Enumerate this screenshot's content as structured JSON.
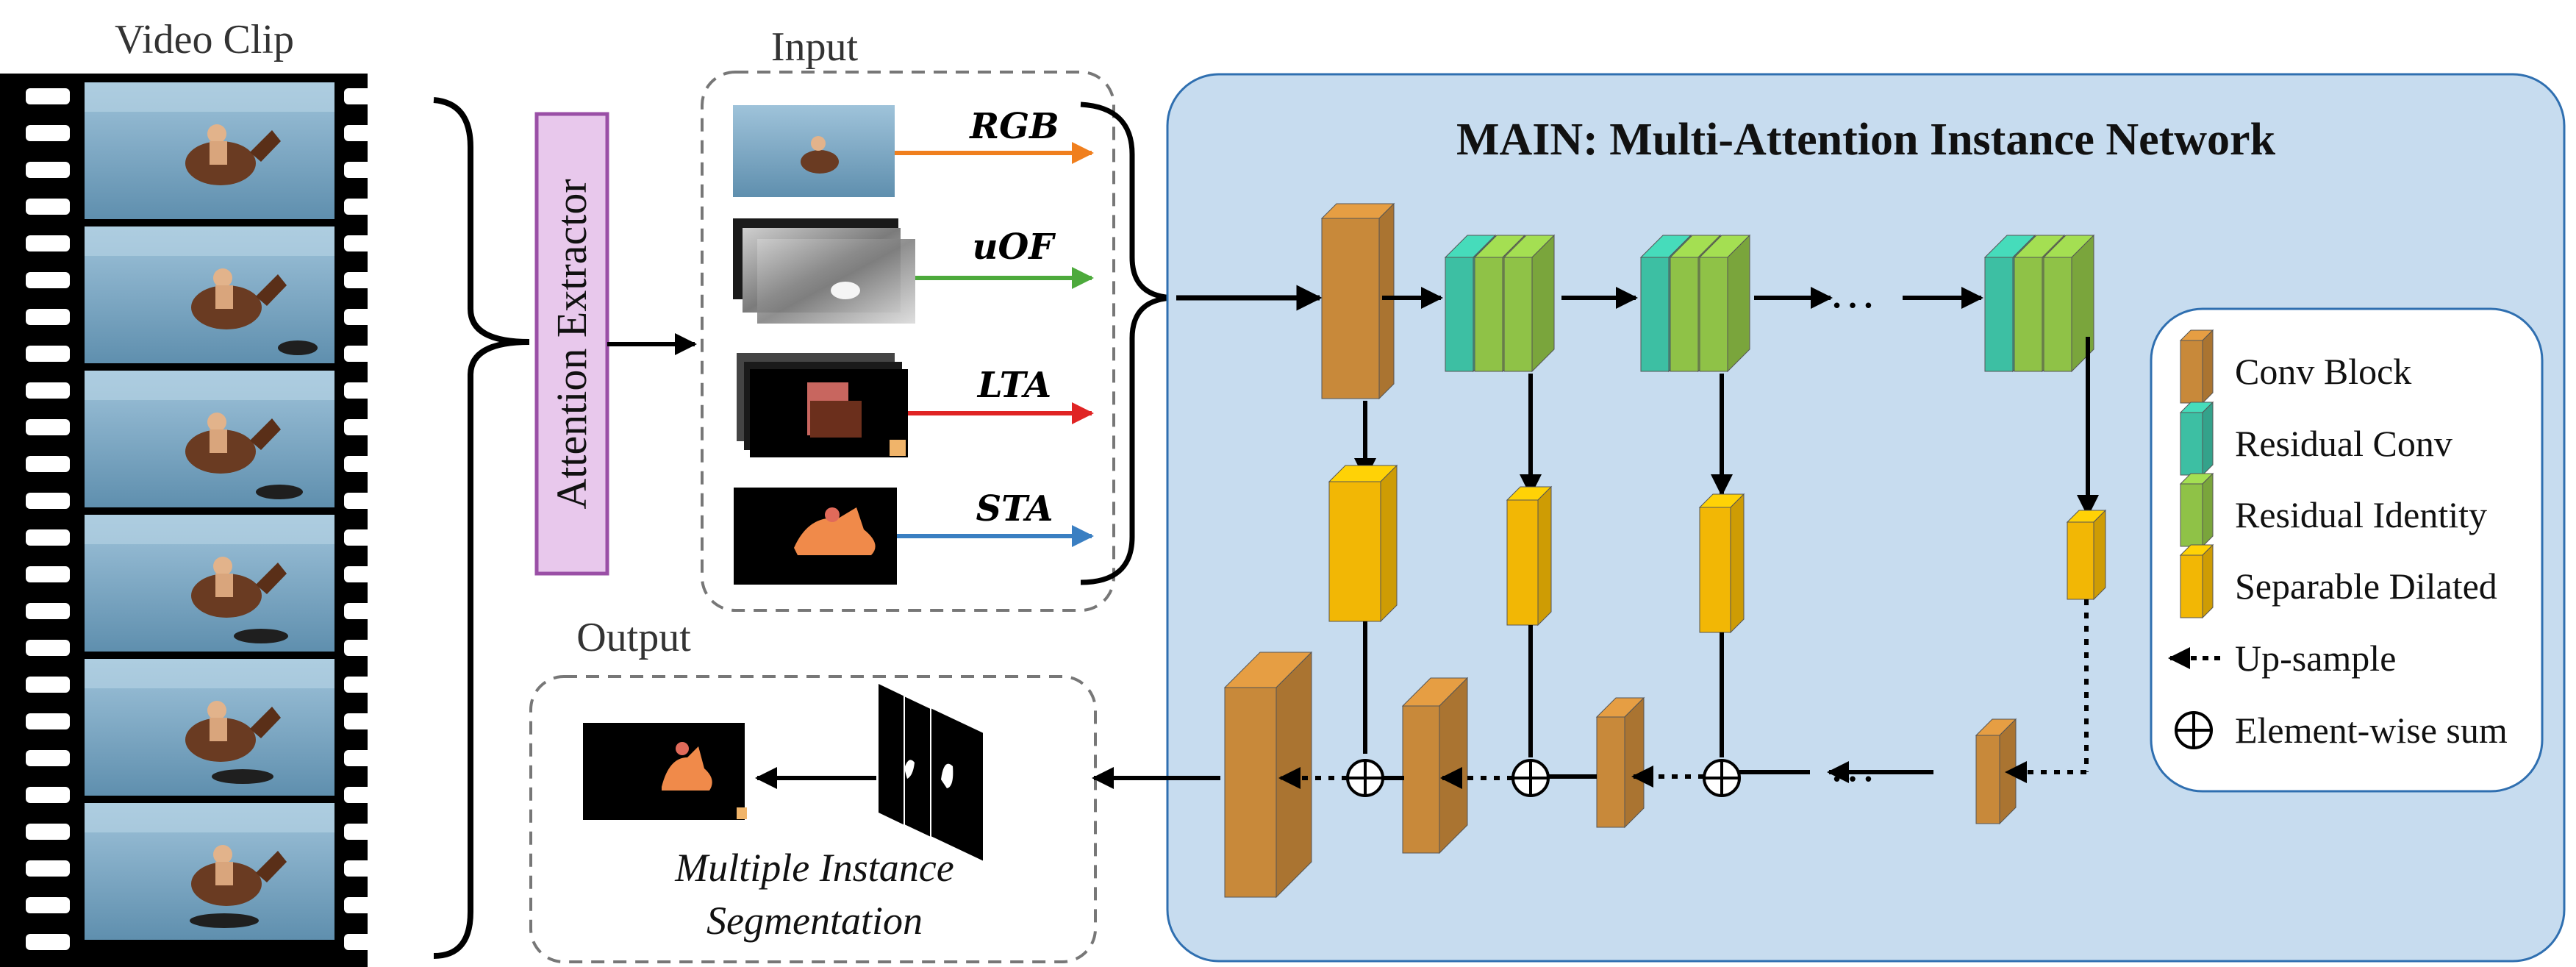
{
  "labels": {
    "video_clip": "Video Clip",
    "input": "Input",
    "output": "Output",
    "attention_extractor": "Attention Extractor",
    "main_title": "MAIN: Multi-Attention Instance Network",
    "output_caption_line1": "Multiple Instance",
    "output_caption_line2": "Segmentation",
    "ellipsis": "…"
  },
  "inputs": [
    {
      "label": "RGB",
      "color": "#f07f1e"
    },
    {
      "label": "uOF",
      "color": "#4daa3c"
    },
    {
      "label": "LTA",
      "color": "#e02424"
    },
    {
      "label": "STA",
      "color": "#3a7fc2"
    }
  ],
  "legend": {
    "items": [
      {
        "label": "Conv Block",
        "icon": "conv-block",
        "color": "#c8893a"
      },
      {
        "label": "Residual Conv",
        "icon": "residual-conv",
        "color": "#3dbfa3"
      },
      {
        "label": "Residual Identity",
        "icon": "residual-identity",
        "color": "#8fc247"
      },
      {
        "label": "Separable Dilated",
        "icon": "separable-dilated",
        "color": "#f2b705"
      },
      {
        "label": "Up-sample",
        "icon": "dotted-arrow"
      },
      {
        "label": "Element-wise sum",
        "icon": "circle-plus"
      }
    ]
  },
  "colors": {
    "main_panel_fill": "#c7dcef",
    "main_panel_stroke": "#2f6fb0",
    "attention_box_fill": "#e8c8ec",
    "attention_box_stroke": "#9a4fa6",
    "conv_block": "#c8893a",
    "residual_conv": "#3dbfa3",
    "residual_identity": "#8fc247",
    "separable_dilated": "#f2b705"
  }
}
